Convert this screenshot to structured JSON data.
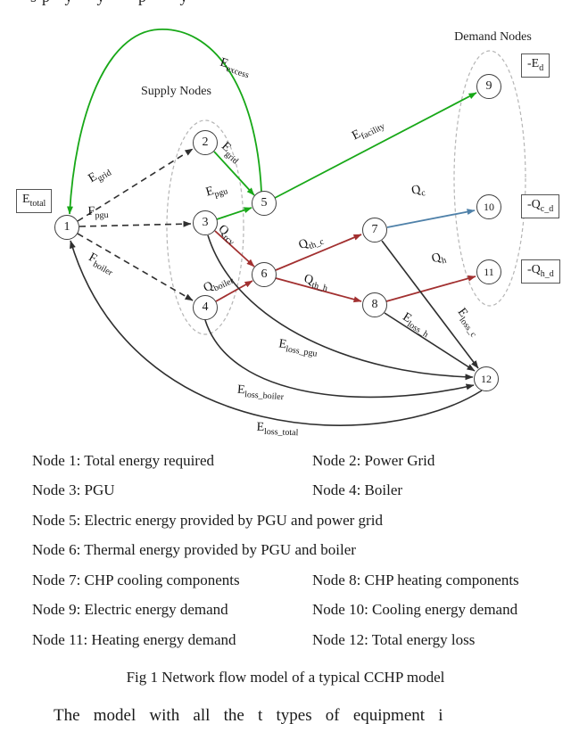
{
  "page": {
    "top_fragment": "sp y  y   p   y",
    "bottom_paragraph": "The model with all the t types of equipment i"
  },
  "diagram": {
    "region_labels": {
      "supply": "Supply Nodes",
      "demand": "Demand Nodes"
    },
    "nodes": [
      "1",
      "2",
      "3",
      "4",
      "5",
      "6",
      "7",
      "8",
      "9",
      "10",
      "11",
      "12"
    ],
    "boxed_labels": {
      "etotal": {
        "main": "E",
        "sub": "total"
      },
      "ed": {
        "main": "-E",
        "sub": "d"
      },
      "qcd": {
        "main": "-Q",
        "sub": "c_d"
      },
      "qhd": {
        "main": "-Q",
        "sub": "h_d"
      }
    },
    "edge_labels": {
      "e_excess": {
        "main": "E",
        "sub": "excess"
      },
      "e_grid_1": {
        "main": "E",
        "sub": "grid"
      },
      "f_pgu": {
        "main": "F",
        "sub": "pgu"
      },
      "f_boiler": {
        "main": "F",
        "sub": "boiler"
      },
      "e_grid_2": {
        "main": "E",
        "sub": "grid"
      },
      "e_pgu": {
        "main": "E",
        "sub": "pgu"
      },
      "e_facility": {
        "main": "E",
        "sub": "facility"
      },
      "q_rcv": {
        "main": "Q",
        "sub": "rcv"
      },
      "q_boiler": {
        "main": "Q",
        "sub": "boiler"
      },
      "q_th_c": {
        "main": "Q",
        "sub": "th_c"
      },
      "q_th_h": {
        "main": "Q",
        "sub": "th_h"
      },
      "q_c": {
        "main": "Q",
        "sub": "c"
      },
      "q_h": {
        "main": "Q",
        "sub": "h"
      },
      "e_loss_c": {
        "main": "E",
        "sub": "loss_c"
      },
      "e_loss_h": {
        "main": "E",
        "sub": "loss_h"
      },
      "e_loss_pgu": {
        "main": "E",
        "sub": "loss_pgu"
      },
      "e_loss_boiler": {
        "main": "E",
        "sub": "loss_boiler"
      },
      "e_loss_total": {
        "main": "E",
        "sub": "loss_total"
      }
    },
    "colors": {
      "electric_green": "#18a818",
      "thermal_red": "#a23030",
      "cooling_blue": "#4f81a9",
      "flow_black": "#2f2f2f"
    }
  },
  "legend": {
    "rows": [
      {
        "left": "Node 1: Total energy required",
        "right": "Node 2: Power Grid"
      },
      {
        "left": "Node 3: PGU",
        "right": "Node 4: Boiler"
      },
      {
        "left": "Node 5: Electric energy provided by PGU and power grid",
        "right": ""
      },
      {
        "left": "Node 6: Thermal energy provided by PGU and boiler",
        "right": ""
      },
      {
        "left": "Node 7: CHP cooling components",
        "right": "Node 8: CHP heating components"
      },
      {
        "left": "Node 9: Electric energy demand",
        "right": "Node 10: Cooling energy demand"
      },
      {
        "left": "Node 11: Heating energy demand",
        "right": "Node 12: Total energy loss"
      }
    ],
    "caption": "Fig 1 Network flow model of a typical CCHP model"
  }
}
